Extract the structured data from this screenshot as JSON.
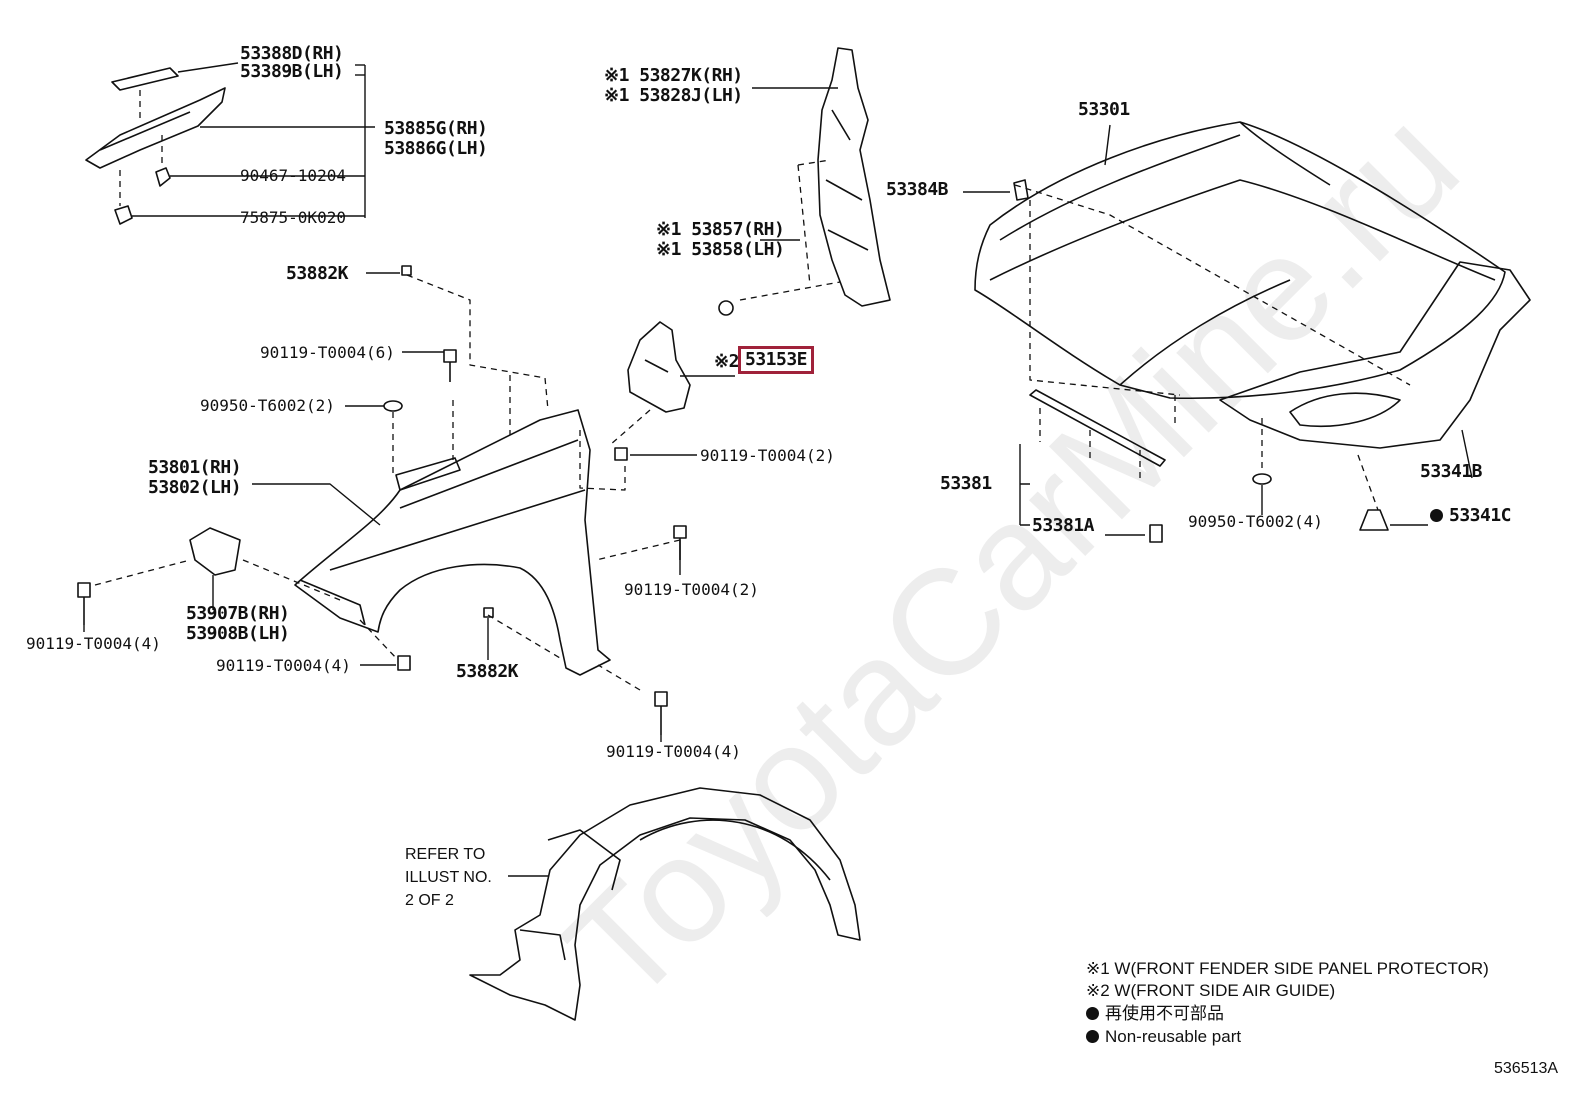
{
  "watermark": "ToyotaCarMine.ru",
  "diagram_code": "536513A",
  "highlight_color": "#a0223a",
  "labels": {
    "p53388d": "53388D(RH)",
    "p53389b": "53389B(LH)",
    "p53885g": "53885G(RH)",
    "p53886g": "53886G(LH)",
    "p90467": "90467-10204",
    "p75875": "75875-0K020",
    "p53827k": "※1 53827K(RH)",
    "p53828j": "※1 53828J(LH)",
    "p53857": "※1 53857(RH)",
    "p53858": "※1 53858(LH)",
    "p53153e_prefix": "※2",
    "p53153e": "53153E",
    "p53301": "53301",
    "p53384b": "53384B",
    "p53882k_top": "53882K",
    "p90119_6": "90119-T0004(6)",
    "p90950_2": "90950-T6002(2)",
    "p53801": "53801(RH)",
    "p53802": "53802(LH)",
    "p90119_2a": "90119-T0004(2)",
    "p90119_2b": "90119-T0004(2)",
    "p53907b": "53907B(RH)",
    "p53908b": "53908B(LH)",
    "p90119_4a": "90119-T0004(4)",
    "p90119_4b": "90119-T0004(4)",
    "p53882k_bot": "53882K",
    "p90119_4c": "90119-T0004(4)",
    "p53381": "53381",
    "p53381a": "53381A",
    "p90950_4": "90950-T6002(4)",
    "p53341b": "53341B",
    "p53341c": "53341C"
  },
  "refer": {
    "line1": "REFER TO",
    "line2": "ILLUST NO.",
    "line3": "2 OF 2"
  },
  "notes": {
    "n1": "※1 W(FRONT FENDER SIDE PANEL PROTECTOR)",
    "n2": "※2 W(FRONT SIDE AIR GUIDE)",
    "n3": "再使用不可部品",
    "n4": "Non-reusable part"
  }
}
